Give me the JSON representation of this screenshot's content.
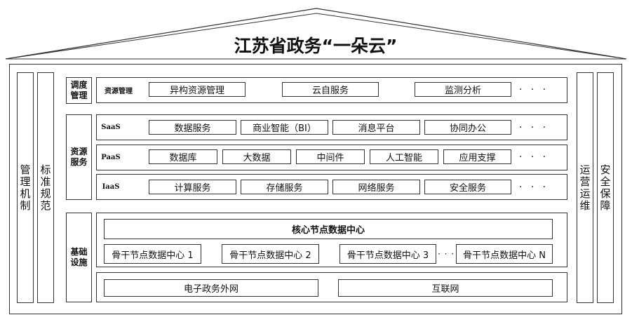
{
  "title": "江苏省政务“一朵云”",
  "left_pillars": [
    "管理机制",
    "标准规范"
  ],
  "right_pillars": [
    "运营运维",
    "安全保障"
  ],
  "groups": {
    "scheduling": "调度管理",
    "resource": "资源服务",
    "infrastructure": "基础设施"
  },
  "rows": {
    "resource_management": {
      "label": "资源管理",
      "items": [
        "异构资源管理",
        "云自服务",
        "监测分析"
      ],
      "more": "· · ·"
    },
    "saas": {
      "label": "SaaS",
      "items": [
        "数据服务",
        "商业智能（BI）",
        "消息平台",
        "协同办公"
      ],
      "more": "· · ·"
    },
    "paas": {
      "label": "PaaS",
      "items": [
        "数据库",
        "大数据",
        "中间件",
        "人工智能",
        "应用支撑"
      ],
      "more": "· · ·"
    },
    "iaas": {
      "label": "IaaS",
      "items": [
        "计算服务",
        "存储服务",
        "网络服务",
        "安全服务"
      ],
      "more": "· · ·"
    }
  },
  "infrastructure": {
    "core": "核心节点数据中心",
    "backbone": [
      "骨干节点数据中心 1",
      "骨干节点数据中心 2",
      "骨干节点数据中心 3",
      "骨干节点数据中心 N"
    ],
    "backbone_more": "· · ·",
    "networks": [
      "电子政务外网",
      "互联网"
    ]
  }
}
